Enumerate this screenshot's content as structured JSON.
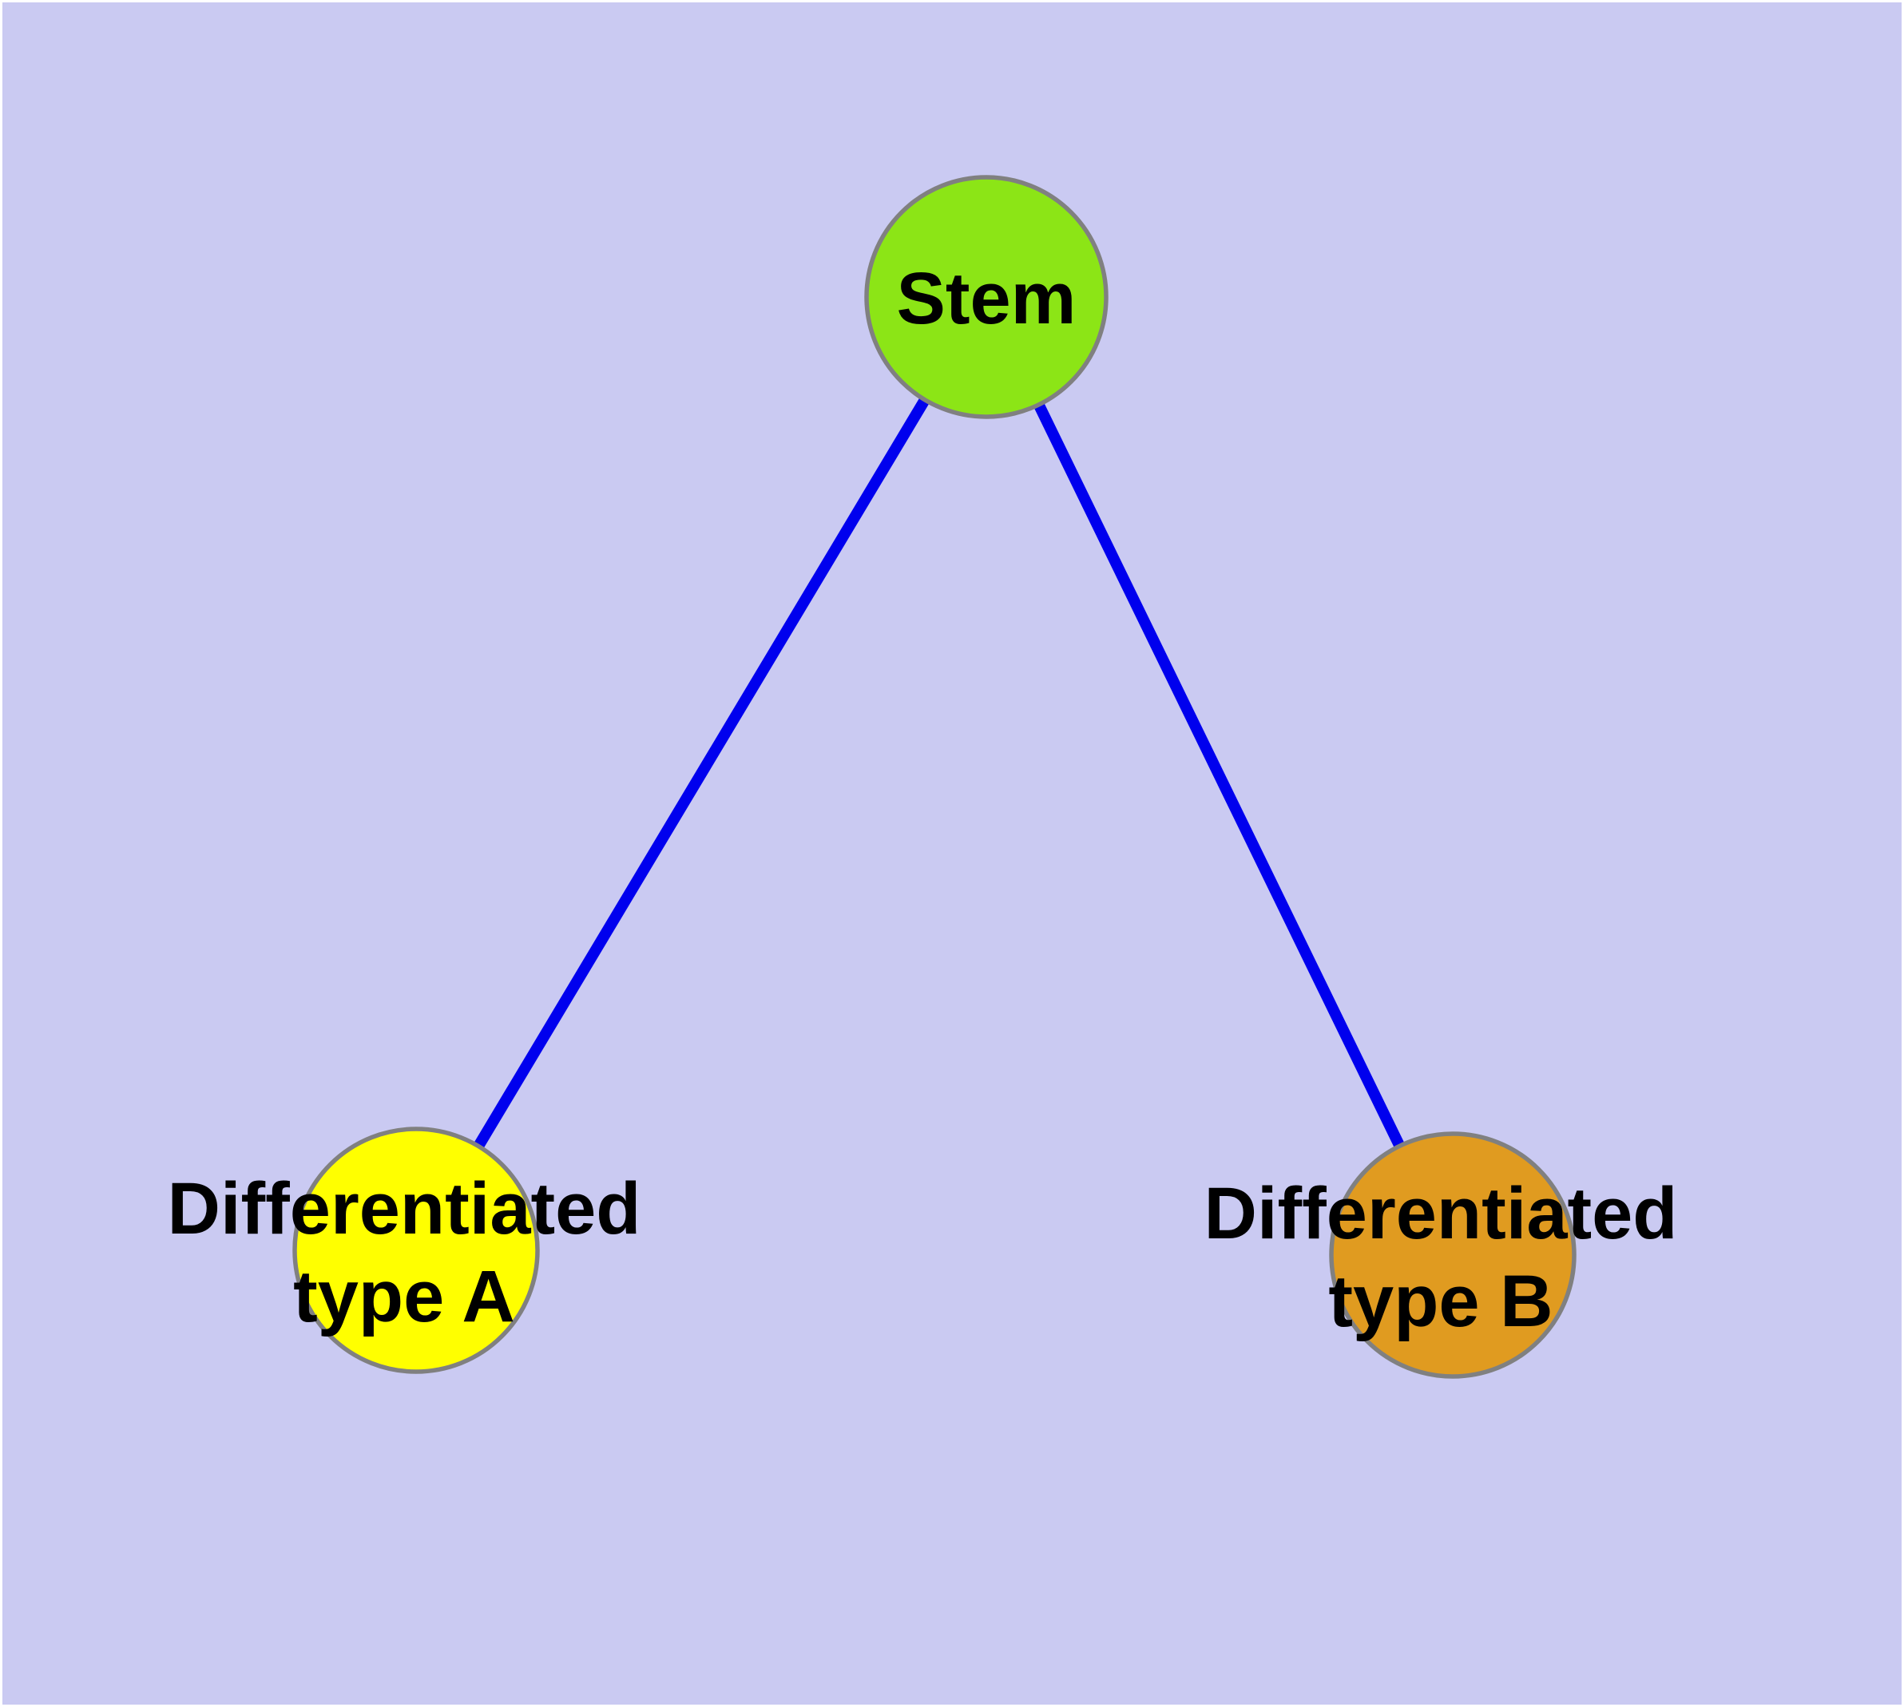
{
  "diagram": {
    "background_color": "#CACAF2",
    "page_border_color": "#FFFFFF",
    "edge_color": "#0000EE",
    "node_outline_color": "#808080",
    "text_color": "#000000",
    "nodes": [
      {
        "id": "stem",
        "label": "Stem",
        "fill": "#8CE516"
      },
      {
        "id": "differentiated-type-a",
        "label": "Differentiated type A",
        "label_line1": "Differentiated",
        "label_line2": "type A",
        "fill": "#FFFF00"
      },
      {
        "id": "differentiated-type-b",
        "label": "Differentiated type B",
        "label_line1": "Differentiated",
        "label_line2": "type B",
        "fill": "#E09B20"
      }
    ],
    "edges": [
      {
        "from": "Stem",
        "to": "Differentiated type A"
      },
      {
        "from": "Stem",
        "to": "Differentiated type B"
      }
    ]
  }
}
